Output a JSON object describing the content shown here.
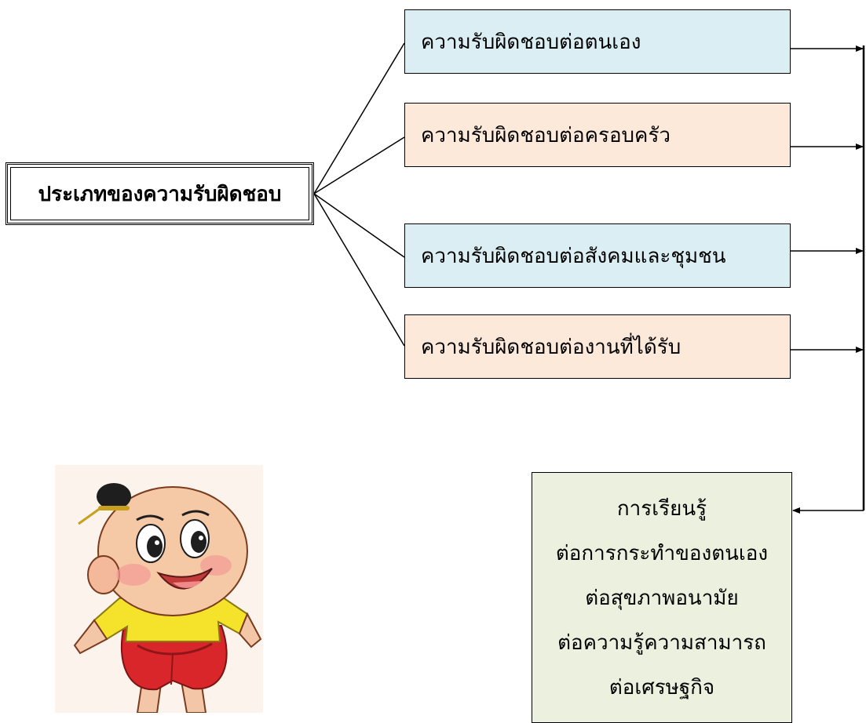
{
  "root": {
    "label": "ประเภทของความรับผิดชอบ"
  },
  "categories": [
    {
      "label": "ความรับผิดชอบต่อตนเอง",
      "color": "#daeef3"
    },
    {
      "label": "ความรับผิดชอบต่อครอบครัว",
      "color": "#fde9d9"
    },
    {
      "label": "ความรับผิดชอบต่อสังคมและชุมชน",
      "color": "#daeef3"
    },
    {
      "label": "ความรับผิดชอบต่องานที่ได้รับ",
      "color": "#fde9d9"
    }
  ],
  "result": {
    "lines": [
      "การเรียนรู้",
      "ต่อการกระทำของตนเอง",
      "ต่อสุขภาพอนามัย",
      "ต่อความรู้ความสามารถ",
      "ต่อเศรษฐกิจ"
    ],
    "color": "#ebf1de"
  },
  "mascot": {
    "icon": "thai-boy-cartoon-icon"
  }
}
